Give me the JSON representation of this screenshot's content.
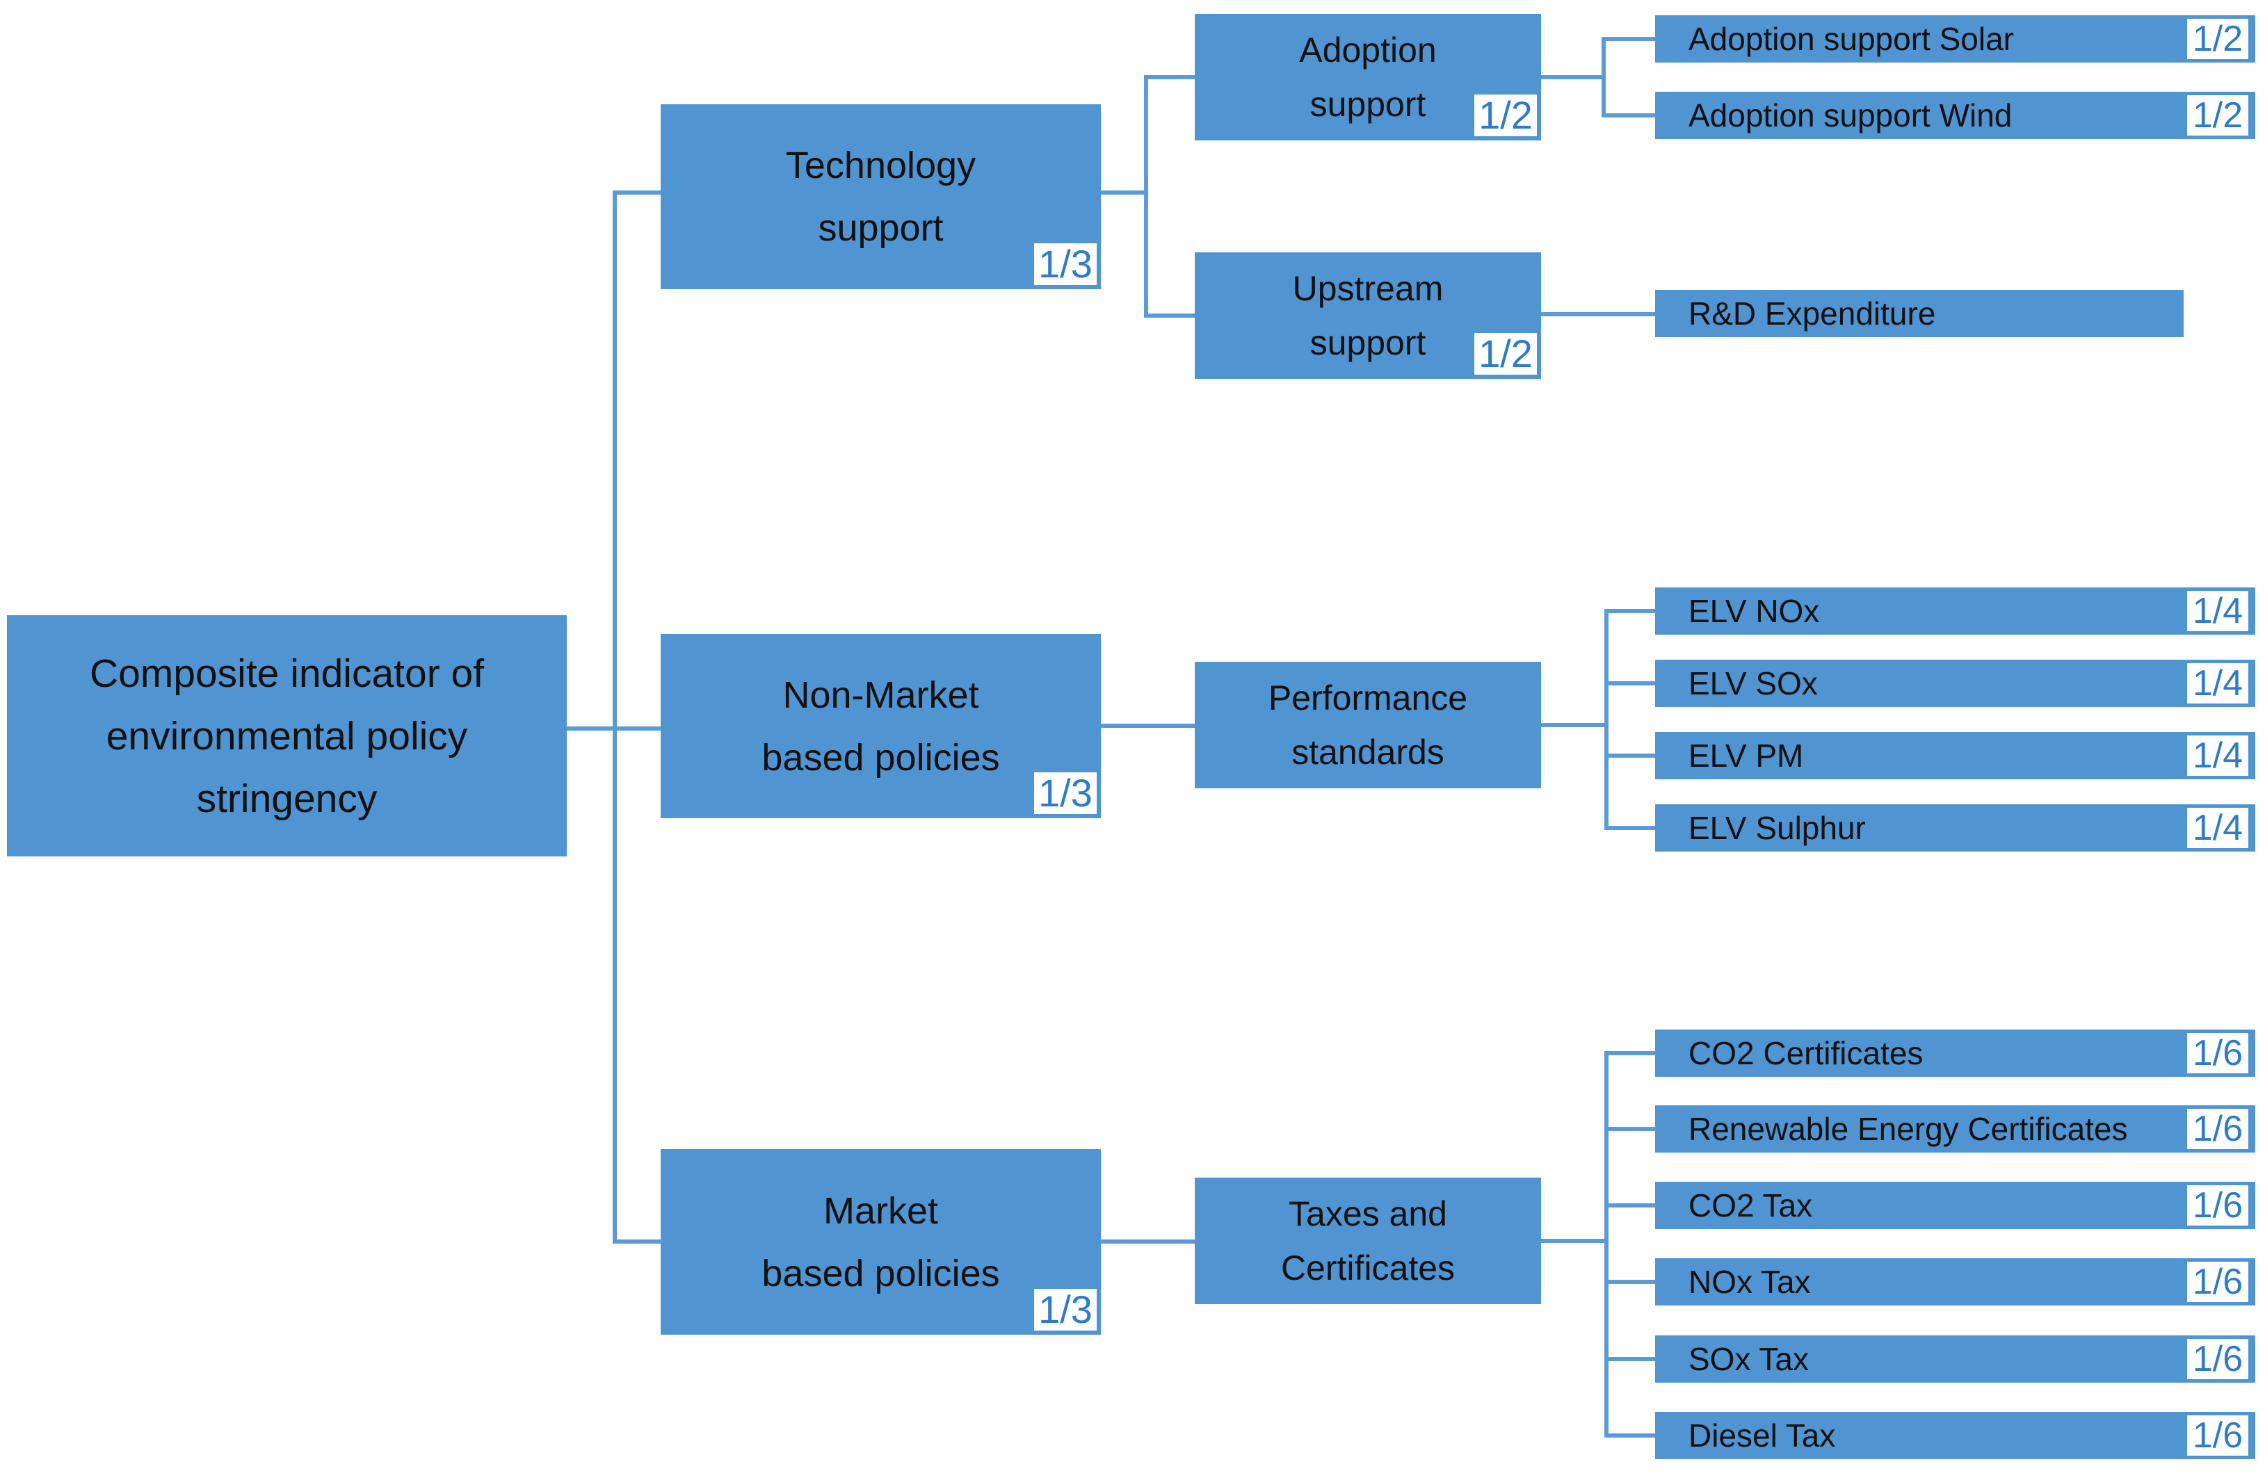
{
  "title": "Composite indicator of environmental policy stringency tree diagram",
  "colors": {
    "box_fill": "#5094d2",
    "line": "#5b9bd5",
    "fraction_text": "#2e7bc8",
    "chip_bg": "#ffffff",
    "text": "#111111",
    "page_bg": "#ffffff"
  },
  "root": {
    "label": "Composite indicator of environmental policy stringency",
    "lines": [
      "Composite indicator of",
      "environmental policy",
      "stringency"
    ]
  },
  "level1": [
    {
      "label": "Technology support",
      "lines": [
        "Technology",
        "support"
      ],
      "weight": "1/3"
    },
    {
      "label": "Non-Market based policies",
      "lines": [
        "Non-Market",
        "based policies"
      ],
      "weight": "1/3"
    },
    {
      "label": "Market based policies",
      "lines": [
        "Market",
        "based policies"
      ],
      "weight": "1/3"
    }
  ],
  "level2": [
    {
      "label": "Adoption support",
      "lines": [
        "Adoption",
        "support"
      ],
      "weight": "1/2"
    },
    {
      "label": "Upstream support",
      "lines": [
        "Upstream",
        "support"
      ],
      "weight": "1/2"
    },
    {
      "label": "Performance standards",
      "lines": [
        "Performance",
        "standards"
      ]
    },
    {
      "label": "Taxes and Certificates",
      "lines": [
        "Taxes and",
        "Certificates"
      ]
    }
  ],
  "leaves": [
    {
      "label": "Adoption support Solar",
      "weight": "1/2"
    },
    {
      "label": "Adoption support Wind",
      "weight": "1/2"
    },
    {
      "label": "R&D Expenditure"
    },
    {
      "label": "ELV NOx",
      "weight": "1/4"
    },
    {
      "label": "ELV SOx",
      "weight": "1/4"
    },
    {
      "label": "ELV PM",
      "weight": "1/4"
    },
    {
      "label": "ELV Sulphur",
      "weight": "1/4"
    },
    {
      "label": "CO2 Certificates",
      "weight": "1/6"
    },
    {
      "label": "Renewable Energy Certificates",
      "weight": "1/6"
    },
    {
      "label": "CO2 Tax",
      "weight": "1/6"
    },
    {
      "label": "NOx Tax",
      "weight": "1/6"
    },
    {
      "label": "SOx Tax",
      "weight": "1/6"
    },
    {
      "label": "Diesel Tax",
      "weight": "1/6"
    }
  ]
}
